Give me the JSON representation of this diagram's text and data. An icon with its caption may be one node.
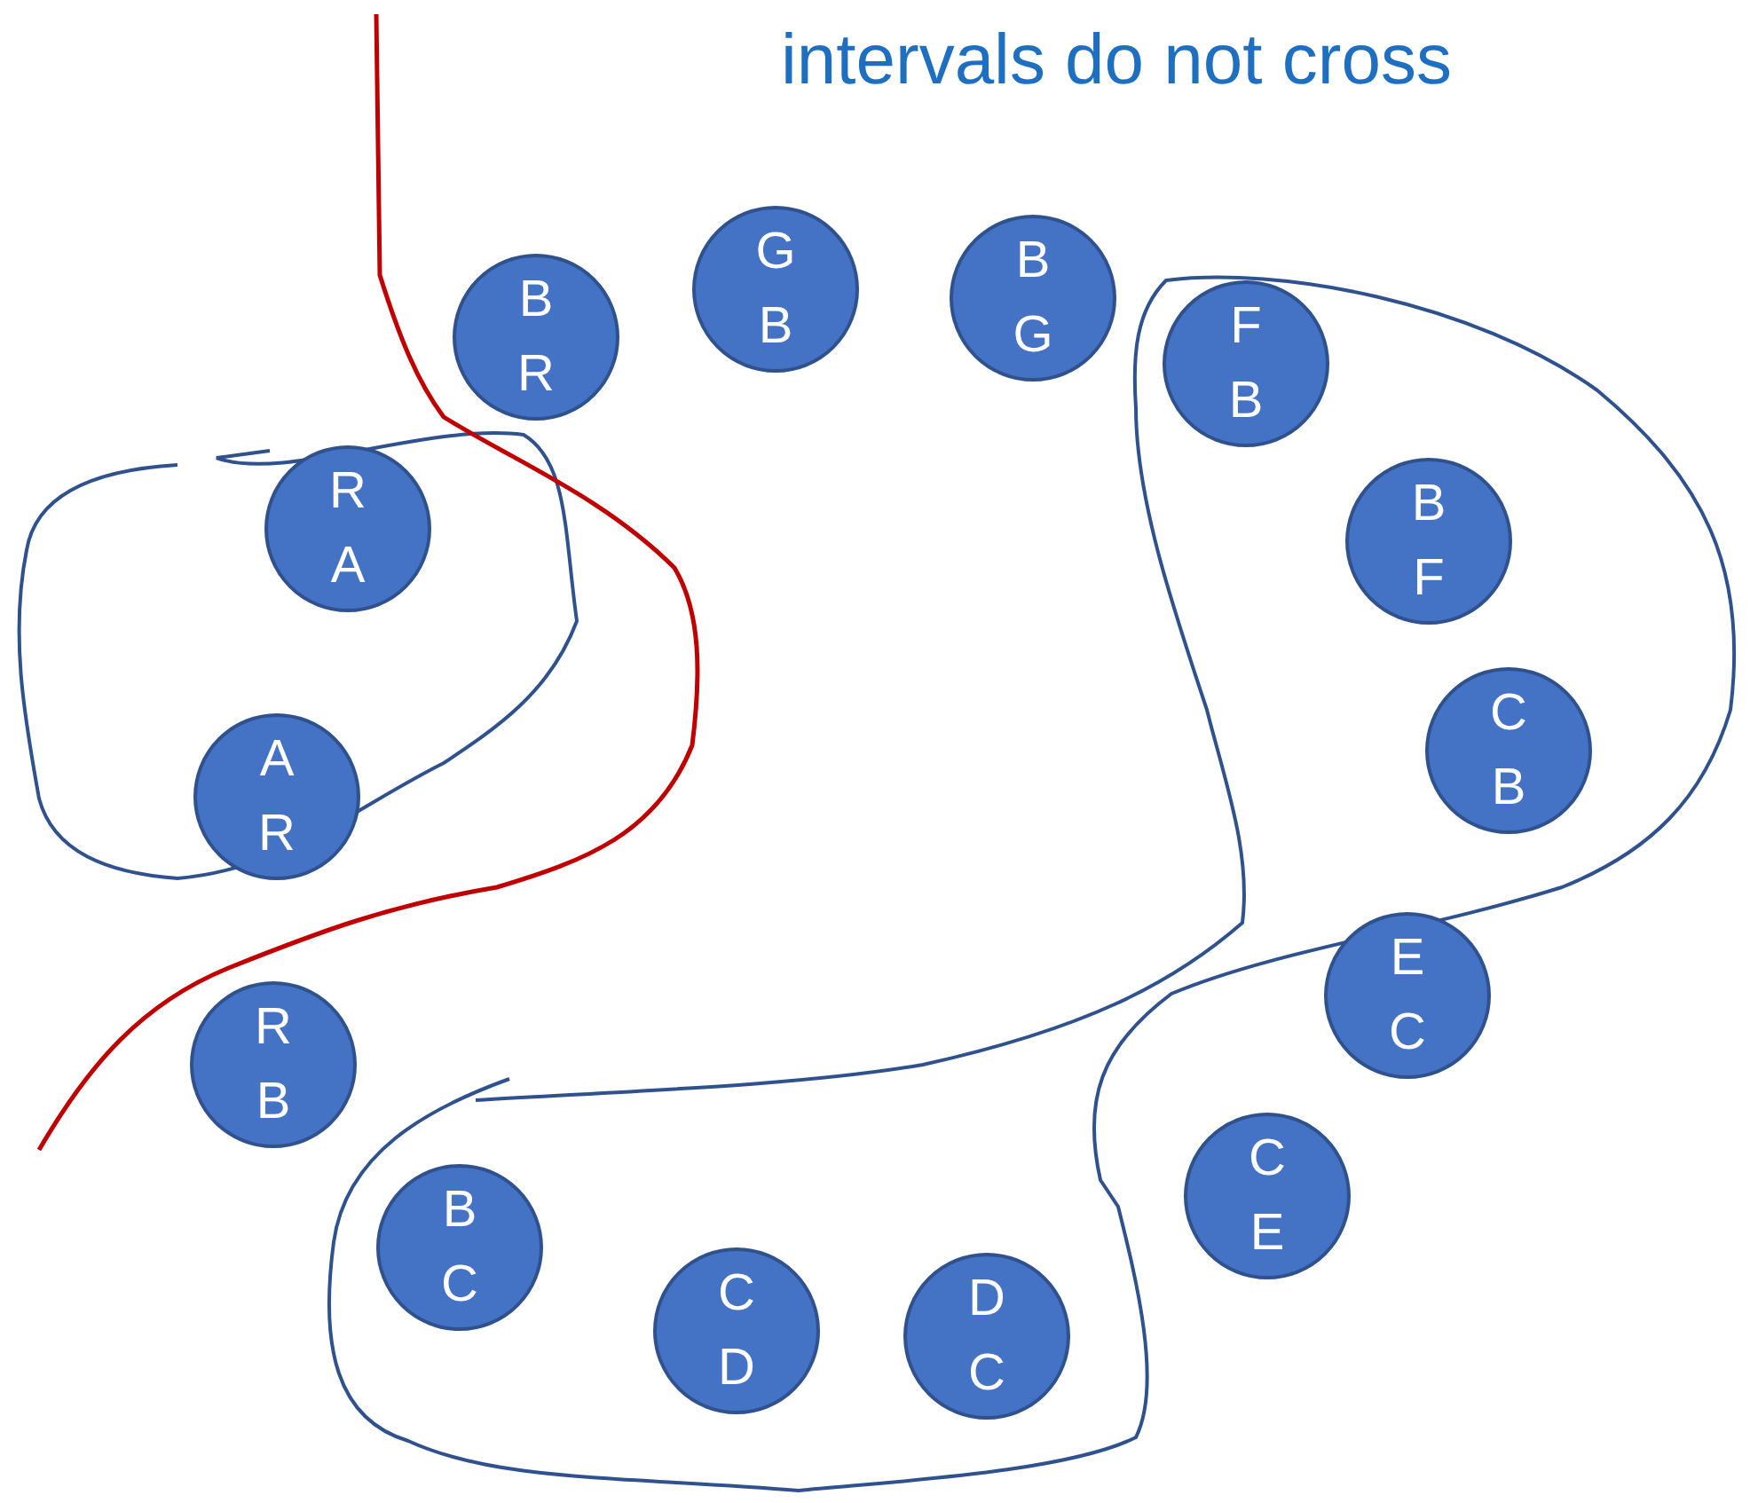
{
  "diagram": {
    "title": "intervals do not cross",
    "nodes": [
      {
        "text": [
          "B R"
        ]
      },
      {
        "text": [
          "G B"
        ]
      },
      {
        "text": [
          "B G"
        ]
      },
      {
        "text": [
          "F B"
        ]
      },
      {
        "text": [
          "R A"
        ]
      },
      {
        "text": [
          "B F"
        ]
      },
      {
        "text": [
          "A R"
        ]
      },
      {
        "text": [
          "C B"
        ]
      },
      {
        "text": [
          "E C"
        ]
      },
      {
        "text": [
          "R B"
        ]
      },
      {
        "text": [
          "C E"
        ]
      },
      {
        "text": [
          "B C"
        ]
      },
      {
        "text": [
          "C D"
        ]
      },
      {
        "text": [
          "D C"
        ]
      }
    ]
  }
}
